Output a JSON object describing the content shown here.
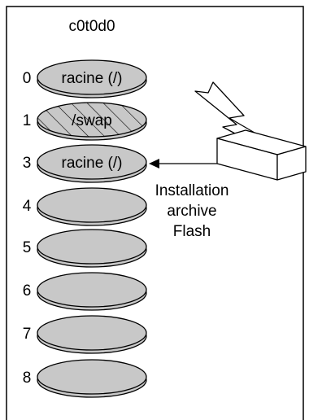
{
  "disk": {
    "name": "c0t0d0"
  },
  "slices": [
    {
      "number": "0",
      "label": "racine (/)",
      "style": "filled"
    },
    {
      "number": "1",
      "label": "/swap",
      "style": "hatched"
    },
    {
      "number": "3",
      "label": "racine (/)",
      "style": "filled"
    },
    {
      "number": "4",
      "label": "",
      "style": "filled"
    },
    {
      "number": "5",
      "label": "",
      "style": "filled"
    },
    {
      "number": "6",
      "label": "",
      "style": "filled"
    },
    {
      "number": "7",
      "label": "",
      "style": "filled"
    },
    {
      "number": "8",
      "label": "",
      "style": "filled"
    }
  ],
  "callout": {
    "lines": [
      "Installation",
      "archive",
      "Flash"
    ]
  },
  "colors": {
    "slice_fill": "#c8c8c8",
    "outline": "#000000",
    "background": "#ffffff"
  },
  "icons": {
    "source": "flash-archive-box-icon",
    "transfer": "lightning-bolt-icon"
  }
}
